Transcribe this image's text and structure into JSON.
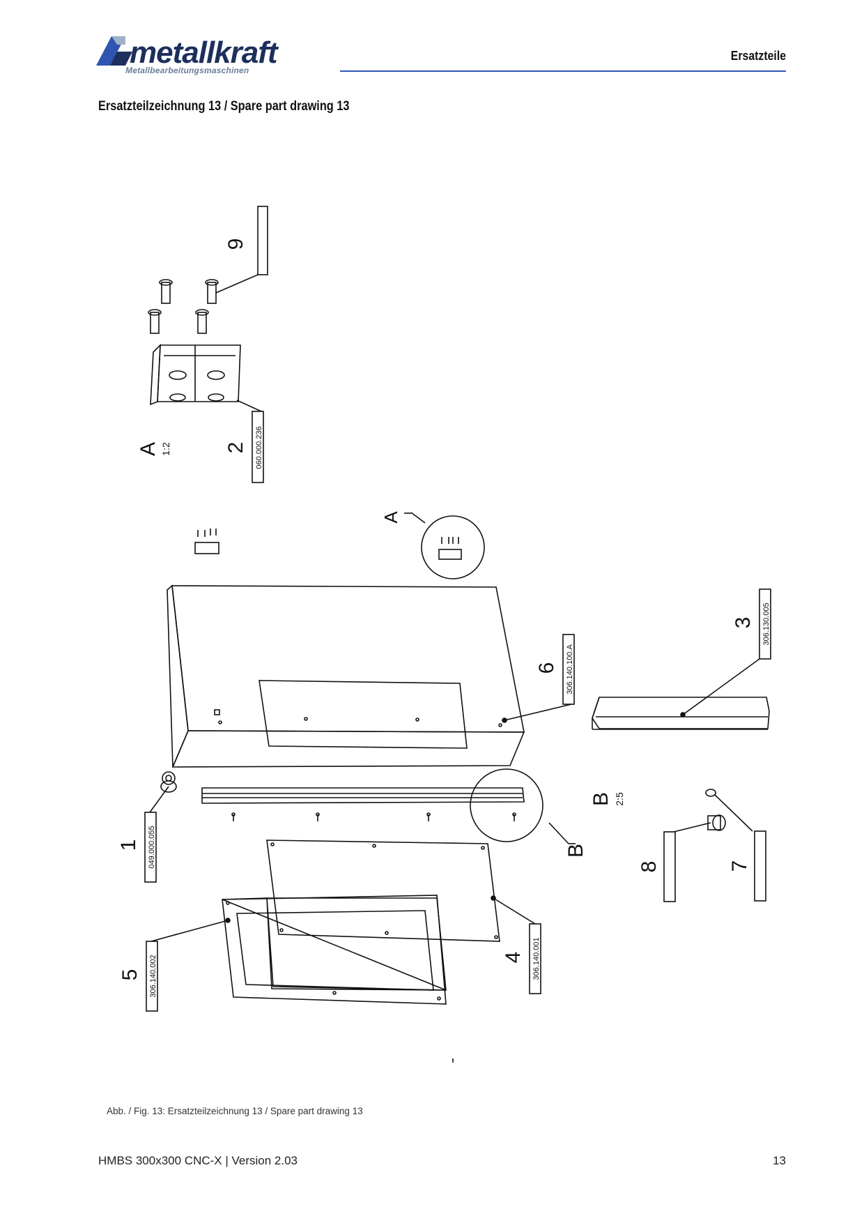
{
  "header": {
    "brand": "metallkraft",
    "brand_sub": "Metallbearbeitungsmaschinen",
    "section": "Ersatzteile",
    "accent_color": "#2e56b0"
  },
  "page_heading": "Ersatzteilzeichnung 13 / Spare part drawing 13",
  "drawing": {
    "items": [
      {
        "pos": "1",
        "part_no": "049.000.055"
      },
      {
        "pos": "2",
        "part_no": "060.000.236"
      },
      {
        "pos": "3",
        "part_no": "306.130.005"
      },
      {
        "pos": "4",
        "part_no": "306.140.001"
      },
      {
        "pos": "5",
        "part_no": "306.140.002"
      },
      {
        "pos": "6",
        "part_no": "306.140.100.A"
      },
      {
        "pos": "7",
        "part_no": ""
      },
      {
        "pos": "8",
        "part_no": ""
      },
      {
        "pos": "9",
        "part_no": ""
      }
    ],
    "detail_a": {
      "name": "A",
      "scale": "1:2"
    },
    "detail_b": {
      "name": "B",
      "scale": "2:5"
    }
  },
  "caption": "Abb. / Fig. 13: Ersatzteilzeichnung 13 / Spare part drawing 13",
  "footer": {
    "model": "HMBS 300x300 CNC-X | Version 2.03",
    "page": "13"
  }
}
